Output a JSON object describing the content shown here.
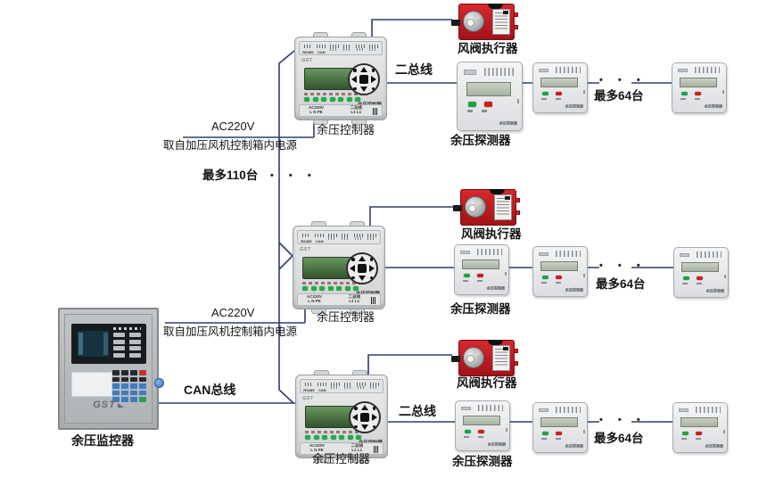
{
  "labels": {
    "monitor": "余压监控器",
    "controller": "余压控制器",
    "detector": "余压探测器",
    "actuator": "风阀执行器",
    "two_bus": "二总线",
    "can_bus": "CAN总线",
    "ac_power": "AC220V",
    "ac_source_note": "取自加压风机控制箱内电源",
    "max_controllers": "最多110台",
    "max_detectors": "最多64台",
    "ellipsis": "• • •"
  },
  "controller_face": {
    "terminal_rs485": "RS485",
    "terminal_can": "CAN",
    "logo": "GST",
    "device_name": "余压控制器",
    "power_terminal": "AC220V",
    "power_pins": "L N PE",
    "bus_terminal": "二总线",
    "bus_pins": "L1 L1"
  },
  "detector_face": {
    "device_name": "余压探测器"
  },
  "monitor_face": {
    "logo": "GST"
  },
  "colors": {
    "wire": "#333a6e",
    "actuator_red": "#c2181d",
    "led_green": "#1fa83f",
    "led_red": "#cc2020",
    "controller_display_green": "#4a7a4e",
    "lock_blue": "#4a8fd4"
  }
}
